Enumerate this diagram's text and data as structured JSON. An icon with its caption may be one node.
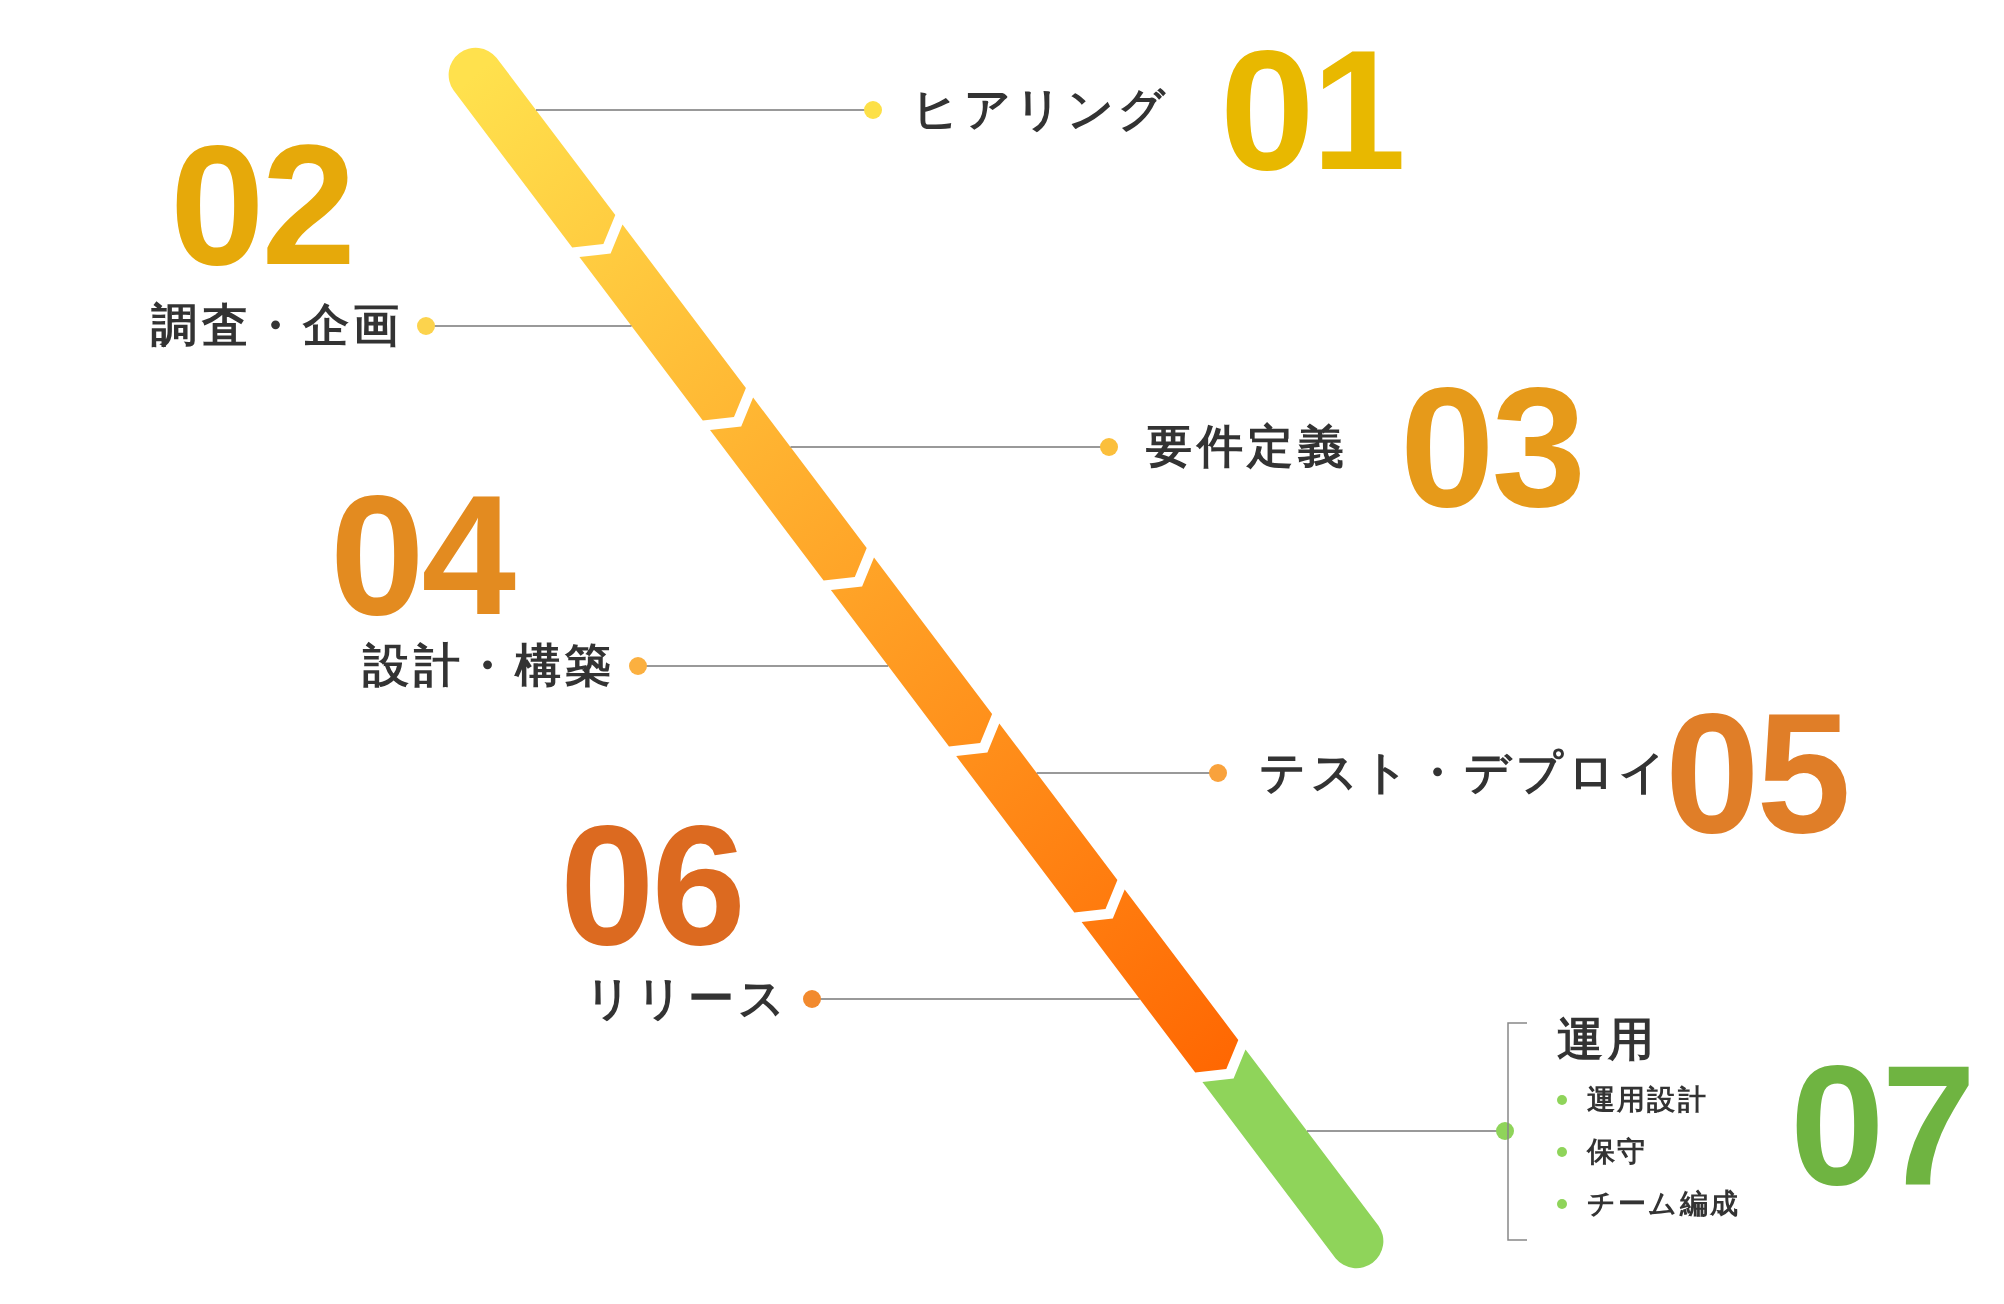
{
  "diagram": {
    "nodes": [
      {
        "text": [
          "ヒアリング"
        ],
        "beside": [
          "01"
        ]
      },
      {
        "text": [
          "調査・企画"
        ],
        "beside": [
          "02"
        ]
      },
      {
        "text": [
          "要件定義"
        ],
        "beside": [
          "03"
        ]
      },
      {
        "text": [
          "設計・構築"
        ],
        "beside": [
          "04"
        ]
      },
      {
        "text": [
          "テスト・デプロイ"
        ],
        "beside": [
          "05"
        ]
      },
      {
        "text": [
          "リリース"
        ],
        "beside": [
          "06"
        ]
      },
      {
        "text": [
          "運用",
          "運用設計",
          "保守",
          "チーム編成"
        ],
        "beside": [
          "07"
        ]
      },
      {
        "text": [],
        "shape": "bar"
      },
      {
        "text": [],
        "shape": "bar"
      },
      {
        "text": [],
        "shape": "bar"
      },
      {
        "text": [],
        "shape": "bar"
      },
      {
        "text": [],
        "shape": "bar"
      },
      {
        "text": [],
        "shape": "bar"
      },
      {
        "text": [],
        "shape": "bar"
      }
    ],
    "edges": [
      {
        "from": 0,
        "to": 7,
        "arrow": "none"
      },
      {
        "from": 1,
        "to": 8,
        "arrow": "none"
      },
      {
        "from": 2,
        "to": 9,
        "arrow": "none"
      },
      {
        "from": 3,
        "to": 10,
        "arrow": "none"
      },
      {
        "from": 4,
        "to": 11,
        "arrow": "none"
      },
      {
        "from": 5,
        "to": 12,
        "arrow": "none"
      },
      {
        "from": 6,
        "to": 13,
        "arrow": "none"
      }
    ]
  }
}
